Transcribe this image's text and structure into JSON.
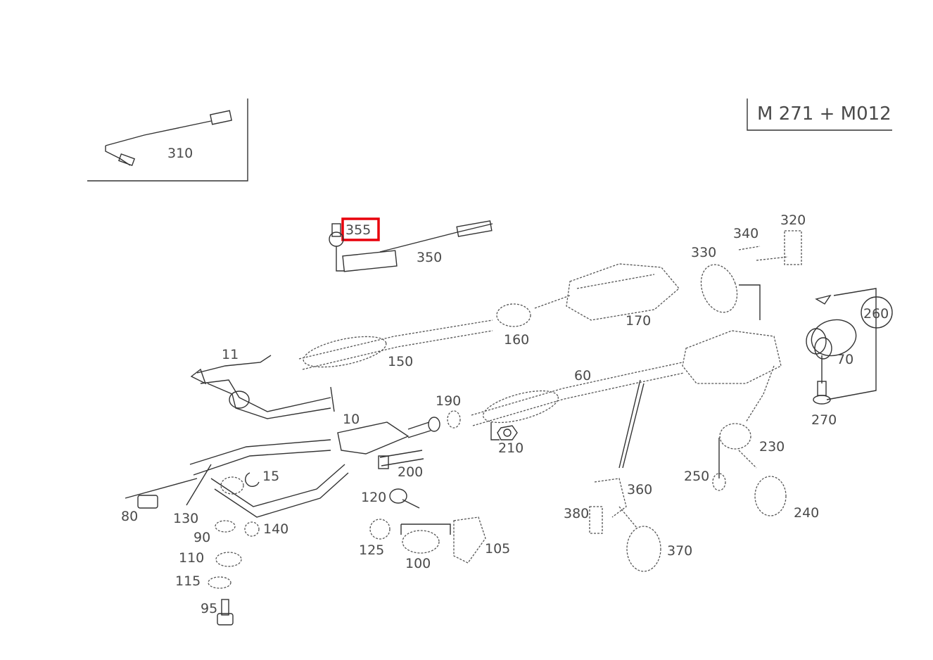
{
  "header": {
    "model_code": "M 271 + M012"
  },
  "highlight": {
    "label": "355",
    "color": "#e8000b"
  },
  "callouts": {
    "c310": "310",
    "c355": "355",
    "c350": "350",
    "c340": "340",
    "c320": "320",
    "c330": "330",
    "c260": "260",
    "c160": "160",
    "c170": "170",
    "c150": "150",
    "c11": "11",
    "c70": "70",
    "c60": "60",
    "c190": "190",
    "c10": "10",
    "c270": "270",
    "c210": "210",
    "c200": "200",
    "c230": "230",
    "c15": "15",
    "c250": "250",
    "c360": "360",
    "c120": "120",
    "c240": "240",
    "c80": "80",
    "c380": "380",
    "c130": "130",
    "c140": "140",
    "c90": "90",
    "c105": "105",
    "c125": "125",
    "c370": "370",
    "c110": "110",
    "c100": "100",
    "c115": "115",
    "c95": "95"
  }
}
